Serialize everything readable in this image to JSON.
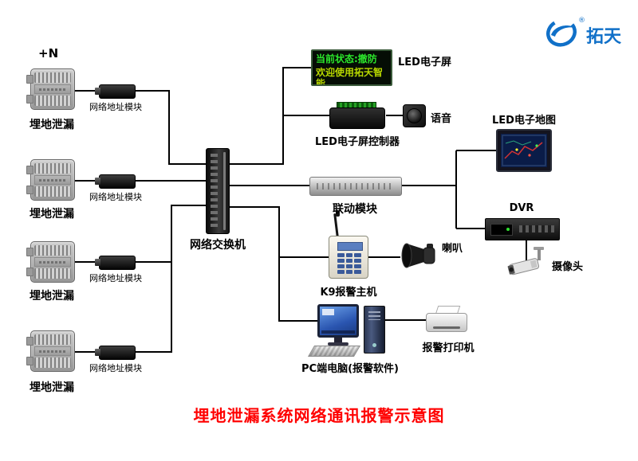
{
  "title": "埋地泄漏系统网络通讯报警示意图",
  "plus_n": "+N",
  "logo": {
    "brand": "拓天",
    "registered_mark": "®"
  },
  "leak_units": [
    {
      "label": "埋地泄漏",
      "module_label": "网络地址模块"
    },
    {
      "label": "埋地泄漏",
      "module_label": "网络地址模块"
    },
    {
      "label": "埋地泄漏",
      "module_label": "网络地址模块"
    },
    {
      "label": "埋地泄漏",
      "module_label": "网络地址模块"
    }
  ],
  "nodes": {
    "switch": {
      "label": "网络交换机"
    },
    "led_screen": {
      "label": "LED电子屏",
      "line1": "当前状态:撤防",
      "line2": "欢迎使用拓天智能"
    },
    "led_controller": {
      "label": "LED电子屏控制器"
    },
    "voice": {
      "label": "语音"
    },
    "linkage": {
      "label": "联动模块"
    },
    "led_map": {
      "label": "LED电子地图"
    },
    "dvr": {
      "label": "DVR"
    },
    "camera": {
      "label": "摄像头"
    },
    "k9_host": {
      "label": "K9报警主机"
    },
    "horn": {
      "label": "喇叭"
    },
    "pc": {
      "label": "PC端电脑(报警软件)"
    },
    "printer": {
      "label": "报警打印机"
    }
  },
  "colors": {
    "wire": "#000000",
    "title_red": "#ff0000",
    "brand_blue": "#1070c8",
    "led_green": "#2ce82c",
    "led_yellow": "#b8d800"
  }
}
